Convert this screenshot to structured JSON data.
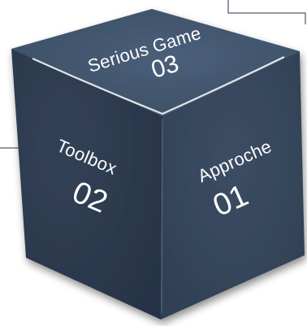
{
  "colors": {
    "face_left": "#2e3c4e",
    "face_right": "#36475b",
    "face_top": "#3f526a",
    "edge_highlight": "#ffffff",
    "connector_line": "#2a3547",
    "label": "#ffffff"
  },
  "cube": {
    "top": {
      "title": "Serious Game",
      "number": "03"
    },
    "left": {
      "title": "Toolbox",
      "number": "02"
    },
    "right": {
      "title": "Approche",
      "number": "01"
    }
  }
}
